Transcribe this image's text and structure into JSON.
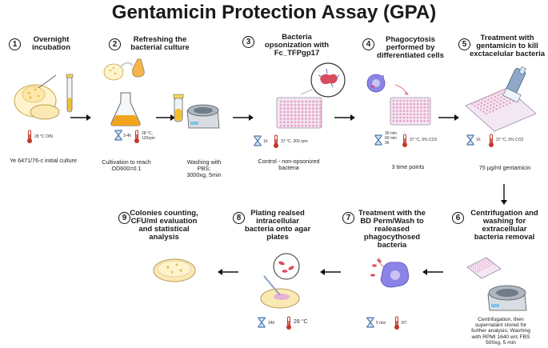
{
  "title": "Gentamicin Protection Assay (GPA)",
  "steps": [
    {
      "num": "1",
      "title_lines": [
        "Overnight",
        "incubation"
      ],
      "cond": "28 °C O/N",
      "caption": [
        "Ye 6471/76-c initial culture"
      ]
    },
    {
      "num": "2",
      "title_lines": [
        "Refreshing the",
        "bacterial culture"
      ],
      "time": "3-4h",
      "cond_lines": [
        "28 °C,",
        "120rpm"
      ],
      "caption": [
        "Cultivation to reach",
        "OD600=0.1"
      ]
    },
    {
      "num": "",
      "caption": [
        "Washing with",
        "PBS;",
        "3000xg, 5min"
      ]
    },
    {
      "num": "3",
      "title_lines": [
        "Bacteria",
        "opsonization with",
        "Fc_TFPgp17"
      ],
      "time": "1h",
      "cond": "37 °C, 300 rpm",
      "caption": [
        "Control - non-opsonized",
        "bacteria"
      ]
    },
    {
      "num": "4",
      "title_lines": [
        "Phagocytosis",
        "performed by",
        "differentiated cells"
      ],
      "time_lines": [
        "30 min",
        "60 min",
        "3h"
      ],
      "cond": "37 °C, 5% CO2",
      "caption": [
        "3 time points"
      ]
    },
    {
      "num": "5",
      "title_lines": [
        "Treatment with",
        "gentamicin to kill",
        "exctacelular bacteria"
      ],
      "time": "1h",
      "cond": "37 °C, 5% CO2",
      "caption": [
        "75 µg/ml gentamicin"
      ]
    },
    {
      "num": "6",
      "title_lines": [
        "Centrifugation and",
        "washing for",
        "extracellular",
        "bacteria removal"
      ],
      "caption": [
        "Centrifugation, then",
        "supernatant stored for",
        "further analysis; Washing",
        "with RPMI 1640 w/c FBS",
        "500xg, 5 min"
      ]
    },
    {
      "num": "7",
      "title_lines": [
        "Treatment with the",
        "BD Perm/Wash to",
        "realeased",
        "phagocythosed",
        "bacteria"
      ],
      "time": "5 min",
      "cond": "RT"
    },
    {
      "num": "8",
      "title_lines": [
        "Plating realsed",
        "intracellular",
        "bacteria onto agar",
        "plates"
      ],
      "time": "24h",
      "cond": "28 °C"
    },
    {
      "num": "9",
      "title_lines": [
        "Colonies counting,",
        "CFU/ml evaluation",
        "and statistical",
        "analysis"
      ]
    }
  ],
  "colors": {
    "plate_well": "#e8a6c8",
    "plate_body": "#f3e7f3",
    "flask_liquid": "#f1a41e",
    "tube_liquid": "#f3c233",
    "bacteria": "#d94b5f",
    "cell": "#8c83e6",
    "thermo": "#c0392b",
    "hourglass": "#2c5d9e"
  }
}
